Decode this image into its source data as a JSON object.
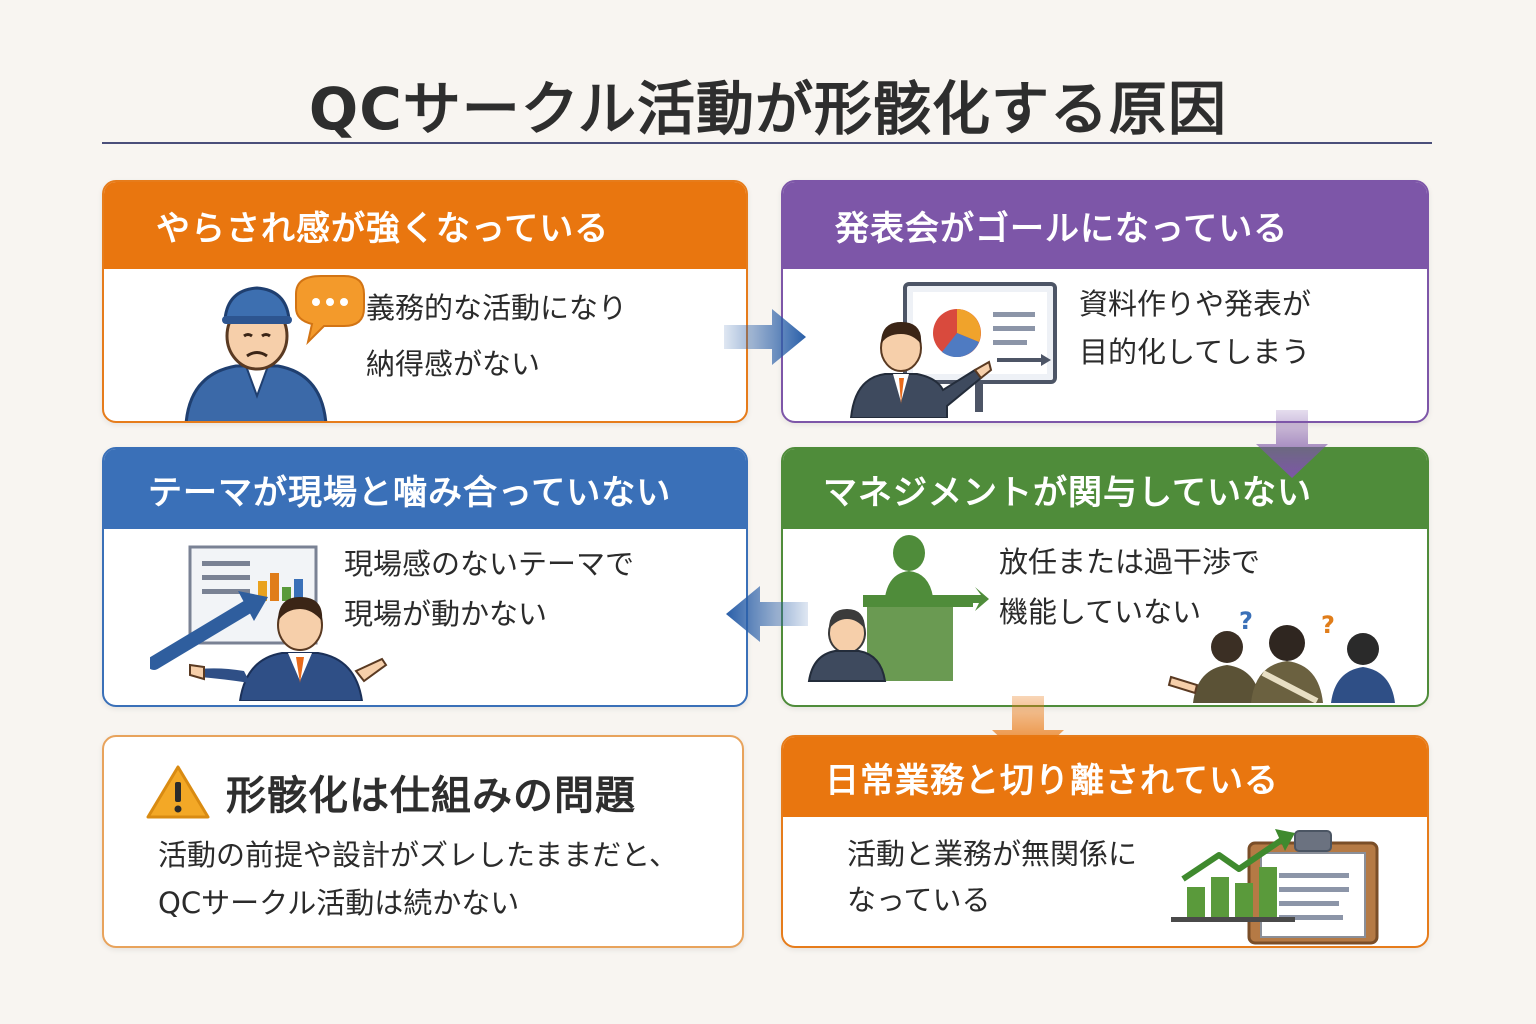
{
  "title": "QCサークル活動が形骸化する原因",
  "cards": [
    {
      "heading": "やらされ感が強くなっている",
      "lines": [
        "義務的な活動になり",
        "納得感がない"
      ],
      "icon": "worker-frown-icon",
      "color": "#e9760f"
    },
    {
      "heading": "発表会がゴールになっている",
      "lines": [
        "資料作りや発表が",
        "目的化してしまう"
      ],
      "icon": "presenter-chart-icon",
      "color": "#7d56a8"
    },
    {
      "heading": "テーマが現場と噛み合っていない",
      "lines": [
        "現場感のないテーマで",
        "現場が動かない"
      ],
      "icon": "manager-board-icon",
      "color": "#3a70b8"
    },
    {
      "heading": "マネジメントが関与していない",
      "lines": [
        "放任または過干渉で",
        "機能していない"
      ],
      "icon": "manager-podium-icon",
      "color": "#4f8c3a"
    },
    {
      "heading": "日常業務と切り離されている",
      "lines": [
        "活動と業務が無関係に",
        "なっている"
      ],
      "icon": "clipboard-growth-icon",
      "color": "#e9760f"
    }
  ],
  "summary": {
    "title": "形骸化は仕組みの問題",
    "lines": [
      "活動の前提や設計がズレしたままだと、",
      "QCサークル活動は続かない"
    ],
    "icon": "warning-icon"
  }
}
